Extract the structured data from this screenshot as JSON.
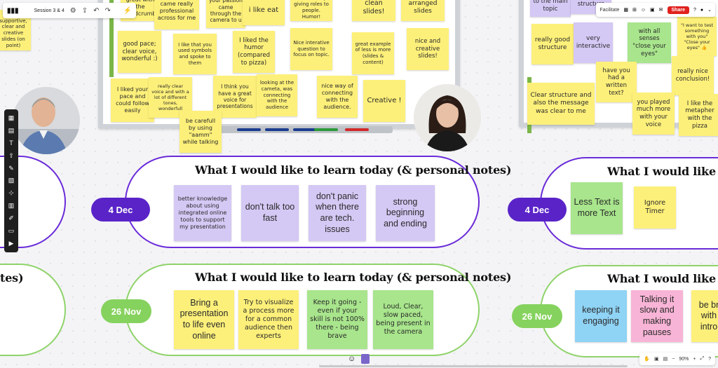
{
  "app": {
    "board_title": "Session 3 & 4",
    "share_label": "Share",
    "facilitate_label": "Facilitate",
    "zoom": "90%"
  },
  "stickies": {
    "top_left": [
      "Nice supportive, clear and creative slides (on point)",
      "great with the Breadcrumbs",
      "came really professional across for me",
      "your passion came through the camera to u",
      "i like eat",
      "interaction, giving roles to people. Humor!",
      "clean slides!",
      "arranged slides",
      "good pace; clear voice, wonderful :)",
      "I like that you used symbols and spoke to them",
      "I liked the humor (compared to pizza)",
      "Nice interative question to focus on topic.",
      "great example of less is more (slides & content)",
      "nice and creative slides!",
      "I liked your pace and could follow easily",
      "really clear voice and with a lot of different tones, wonderfull",
      "I think you have a great voice for presentations",
      "looking at the cameta, was connecting with the audience",
      "nice way of connecting with the audience.",
      "Creative !",
      "be carefull by using \"aamm\" while talking"
    ],
    "top_right": [
      "to the main topic",
      "structure",
      "really good structure",
      "very interactive",
      "with all senses \"close your eyes\"",
      "\"I want to test something with you\" \"Close your eyes\" 👍",
      "have you had a written text?",
      "really nice conclusion!",
      "Clear structure and also the message was clear to me",
      "you played much more with your voice",
      "I like the metapher with the pizza"
    ]
  },
  "rows": [
    {
      "title": "What I would like to learn today (& personal notes)",
      "date": "4 Dec",
      "notes": [
        "better knowledge about using integrated online tools to support my presentation",
        "don't talk too fast",
        "don't panic when there are tech. issues",
        "strong beginning and ending"
      ],
      "right_title": "What I would like to lea",
      "right_date": "4 Dec",
      "right_notes": [
        "Less Text is more Text",
        "Ignore Timer"
      ]
    },
    {
      "title": "What I would like to learn today (& personal notes)",
      "date": "26 Nov",
      "left_fragment": "tes)",
      "notes": [
        "Bring a presentation to life even online",
        "Try to visualize a process more for a common audience then experts",
        "Keep it going - even if your skill is not 100% there - being brave",
        "Loud, Clear, slow paced, being present in the camera"
      ],
      "right_title": "What I would like to lea",
      "right_date": "26 Nov",
      "right_notes": [
        "keeping it engaging",
        "Talking it slow and making pauses",
        "be br with intro"
      ]
    }
  ],
  "colors": {
    "accent_purple": "#5a23c8",
    "accent_green": "#86d25e",
    "share_red": "#e0211d"
  }
}
